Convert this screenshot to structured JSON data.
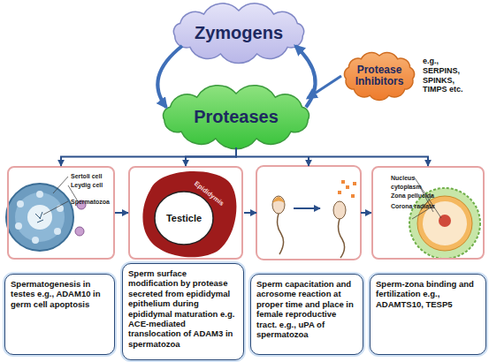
{
  "diagram": {
    "nodes": [
      {
        "text": [
          "Zymogens"
        ]
      },
      {
        "text": [
          "Proteases"
        ]
      },
      {
        "text": [
          "Protease Inhibitors"
        ]
      },
      {
        "text": [
          "Sertoli cell",
          "Leydig cell",
          "Spermatozoa"
        ]
      },
      {
        "text": [
          "Epididymis"
        ]
      },
      {
        "text": [
          "Testicle"
        ],
        "in": 4
      },
      {
        "text": [
          "Nucleus",
          "cytoplasm",
          "Zona pellucida",
          "Corona radiata"
        ]
      },
      {
        "text": [
          "Spermatogenesis in testes e.g., ADAM10 in germ cell apoptosis"
        ]
      },
      {
        "text": [
          "Sperm surface modification by protease secreted from epididymal epithelium during epididymal maturation e.g. ACE-mediated translocation of ADAM3 in spermatozoa"
        ]
      },
      {
        "text": [
          "Sperm capacitation and acrosome reaction at proper time and place in female reproductive tract. e.g., uPA of spermatozoa"
        ]
      },
      {
        "text": [
          "Sperm-zona binding and fertilization e.g., ADAMTS10, TESP5"
        ]
      }
    ],
    "edges": [
      {
        "from": 0,
        "to": 1,
        "arrow": "to"
      },
      {
        "from": 1,
        "to": 0,
        "arrow": "to"
      },
      {
        "from": 2,
        "to": 1,
        "arrow": "to"
      },
      {
        "from": 1,
        "to": 3,
        "arrow": "to"
      },
      {
        "from": 1,
        "to": 4,
        "arrow": "to"
      },
      {
        "from": 1,
        "to": 6,
        "arrow": "to"
      },
      {
        "from": 3,
        "to": 4,
        "arrow": "to"
      }
    ],
    "labels": [
      "e.g., SERPINS, SPINKS, TIMPS etc."
    ]
  }
}
